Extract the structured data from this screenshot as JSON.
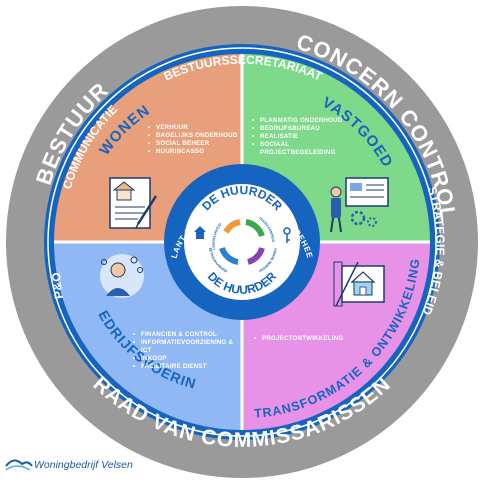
{
  "outer_ring": {
    "top_left": "BESTUUR",
    "top_right": "CONCERN CONTROL",
    "bottom": "RAAD VAN COMMISSARISSEN"
  },
  "blue_ring": {
    "top": "BESTUURSSECRETARIAAT",
    "top_left": "COMMUNICATIE",
    "right": "STRATEGIE & BELEID",
    "left": "P&O"
  },
  "quadrants": {
    "wonen": {
      "title": "WONEN",
      "items": [
        "VERHUUR",
        "DAGELIJKS ONDERHOUD",
        "SOCIAL BEHEER",
        "HUURINCASSO"
      ]
    },
    "vastgoed": {
      "title": "VASTGOED",
      "items": [
        "PLANMATIG ONDERHOUD",
        "BEDRIJFSBUREAU",
        "REALISATIE",
        "SOCIAAL",
        "PROJECTBEGELEIDING"
      ]
    },
    "bedrijfsvoering": {
      "title": "BEDRIJFSVOERING",
      "items": [
        "FINANCIEN & CONTROL",
        "INFORMATIEVOORZIENING &",
        "ICT",
        "INKOOP",
        "FACILITAIRE DIENST"
      ]
    },
    "transformatie": {
      "title": "TRANSFORMATIE & ONTWIKKELING",
      "items": [
        "PROJECTONTWIKKELING"
      ]
    }
  },
  "center": {
    "ring_text": "KLANT CONTACT CENTRUM | WIJKBEHEER",
    "top": "DE HUURDER",
    "bottom": "DE HUURDER",
    "values": [
      "LEEFBAARHEID",
      "DUURZAAMHEID",
      "BETAALBAARHEID",
      "PASSEND WONEN"
    ]
  },
  "logo": {
    "text": "Woningbedrijf Velsen"
  },
  "colors": {
    "grey_ring": "#9a9a9a",
    "blue_ring": "#1565c0",
    "wonen": "#e8a07c",
    "vastgoed": "#7fd98a",
    "bedrijfsvoering": "#8fb8f5",
    "transformatie": "#e792e6",
    "accent_blue": "#1565c0"
  }
}
